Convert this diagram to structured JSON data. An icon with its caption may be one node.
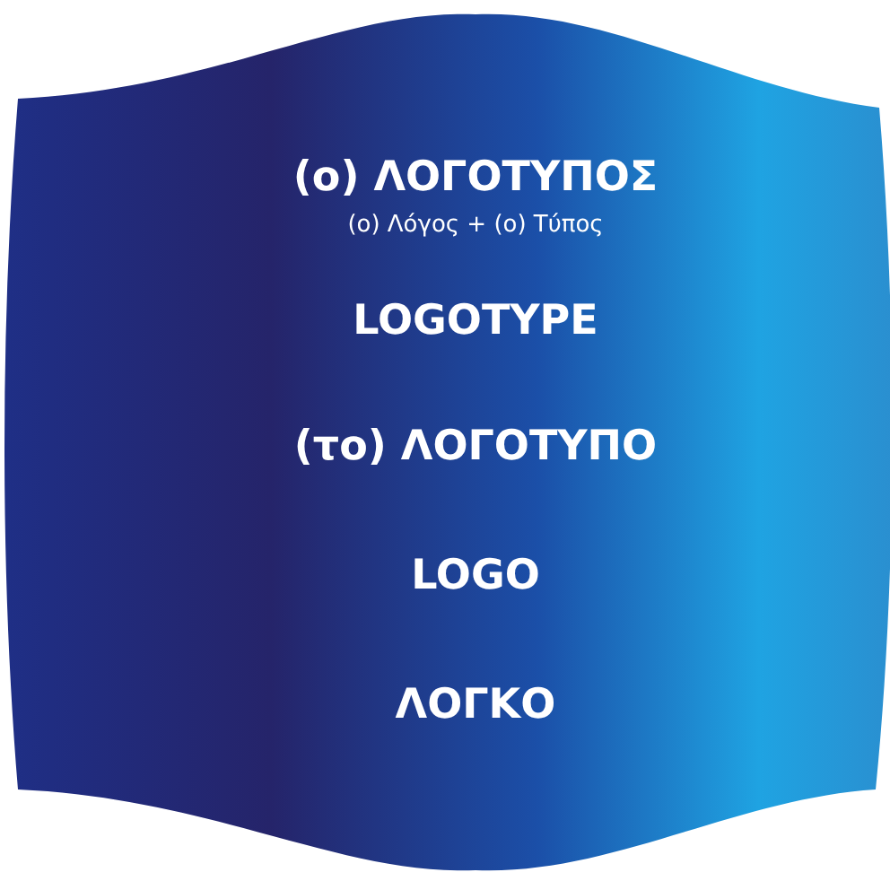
{
  "diagram": {
    "nodes": [
      {
        "text": [
          "(ο) ΛΟΓΟΤΥΠΟΣ",
          "(ο) Λόγος + (ο) Τύπος",
          "LOGOTYPE",
          "(το) ΛΟΓΟΤΥΠΟ",
          "LOGO",
          "ΛΟΓΚΟ"
        ]
      }
    ],
    "edges": []
  }
}
